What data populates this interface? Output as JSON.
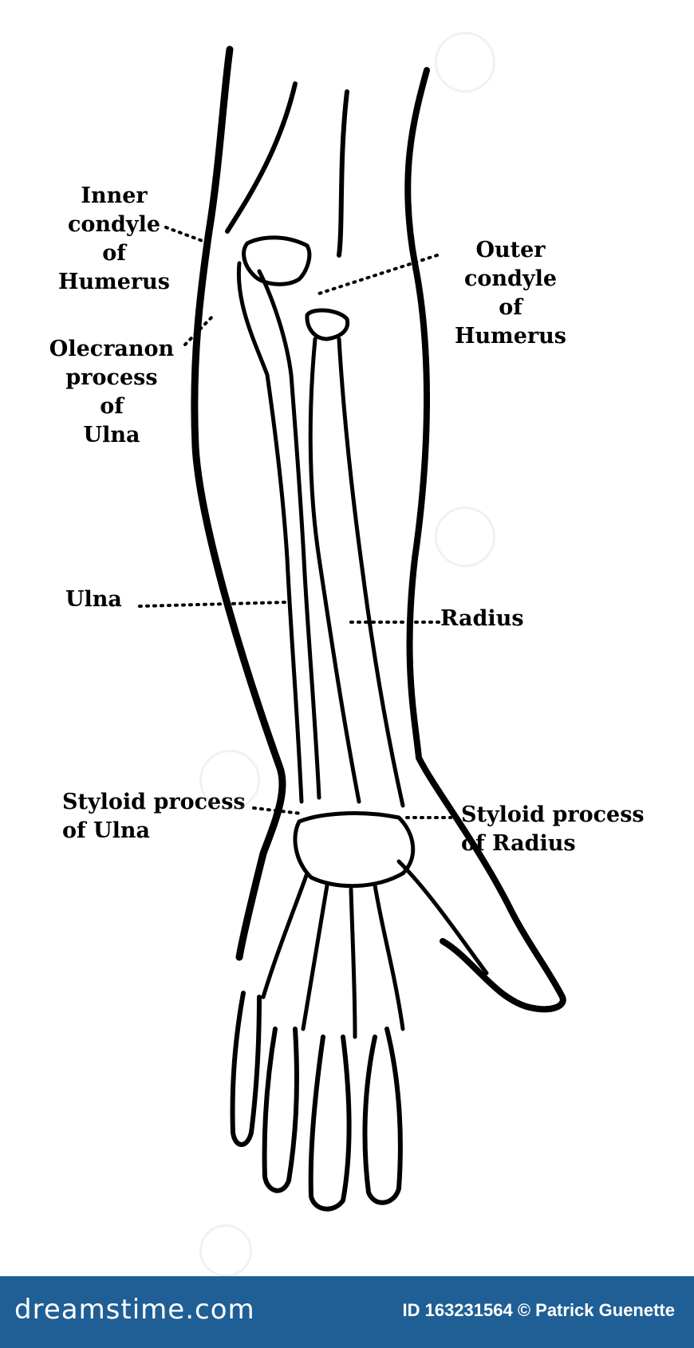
{
  "labels": {
    "inner_condyle": "Inner\ncondyle\nof\nHumerus",
    "outer_condyle": "Outer\ncondyle\nof\nHumerus",
    "olecranon": "Olecranon\nprocess\nof\nUlna",
    "ulna": "Ulna",
    "radius": "Radius",
    "styloid_ulna": "Styloid process\nof Ulna",
    "styloid_radius": "Styloid process\nof Radius"
  },
  "footer": {
    "brand": "dreamstime.com",
    "credit": "ID 163231564 © Patrick Guenette",
    "bg_color": "#1f5f95"
  }
}
